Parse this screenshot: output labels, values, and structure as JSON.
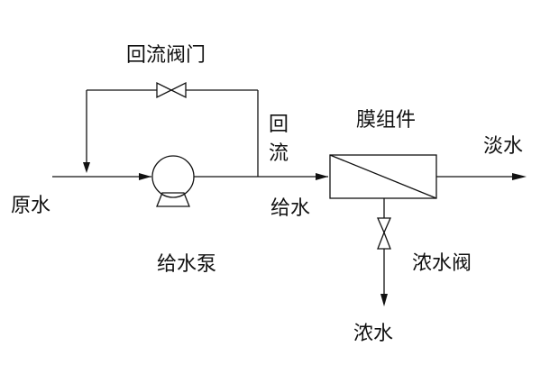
{
  "labels": {
    "bypass_valve": "回流阀门",
    "reflux_char1": "回",
    "reflux_char2": "流",
    "membrane_module": "膜组件",
    "fresh_water": "淡水",
    "raw_water": "原水",
    "feed_water": "给水",
    "feed_pump": "给水泵",
    "concentrate_valve": "浓水阀",
    "concentrate": "浓水"
  },
  "colors": {
    "line": "#111111",
    "background": "#ffffff"
  }
}
